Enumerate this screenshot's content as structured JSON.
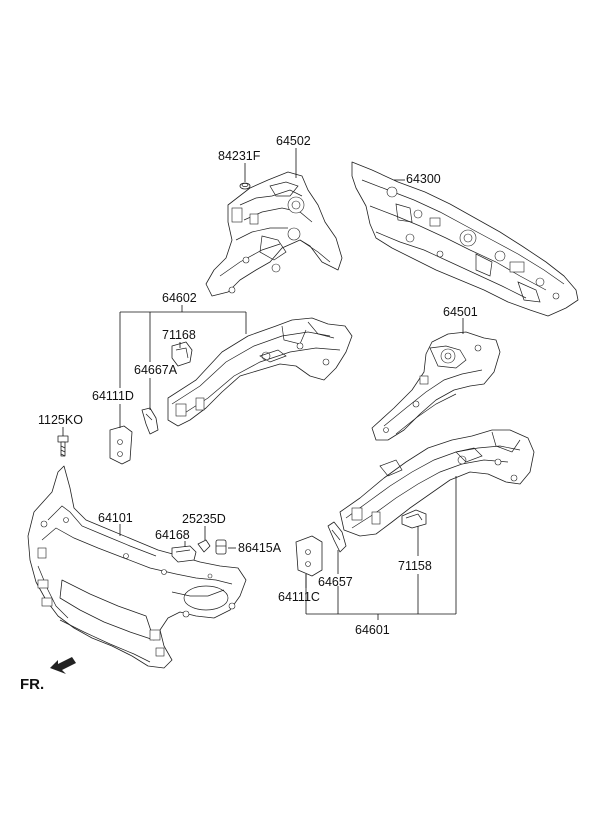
{
  "labels": {
    "p84231F": "84231F",
    "p64502": "64502",
    "p64300": "64300",
    "p64602": "64602",
    "p71168": "71168",
    "p64667A": "64667A",
    "p64501": "64501",
    "p64111D": "64111D",
    "p1125KO": "1125KO",
    "p64101": "64101",
    "p25235D": "25235D",
    "p64168": "64168",
    "p86415A": "86415A",
    "p64657": "64657",
    "p71158": "71158",
    "p64111C": "64111C",
    "p64601": "64601",
    "fr": "FR."
  },
  "icons": {
    "front_arrow": "front-direction-arrow-icon"
  }
}
